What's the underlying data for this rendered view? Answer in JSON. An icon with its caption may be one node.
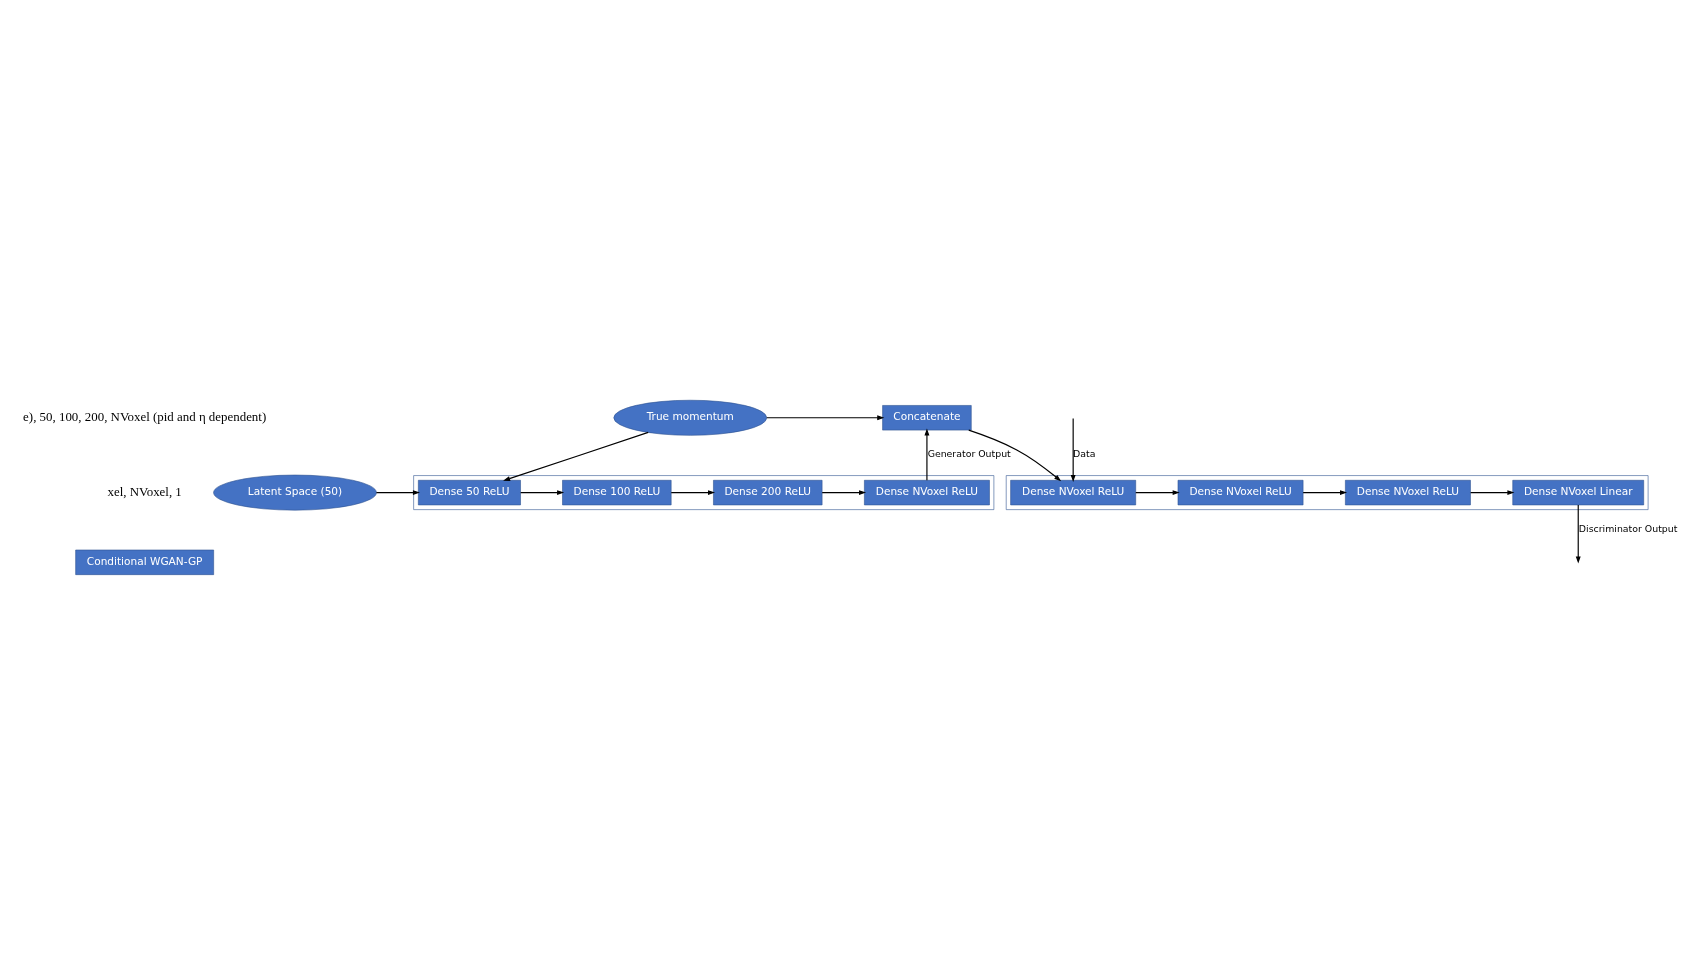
{
  "diagram": {
    "nodes": [
      {
        "text": [
          "Conditional WGAN-GP"
        ]
      },
      {
        "text": [],
        "shape": "box"
      },
      {
        "text": [
          "Latent Space (50)"
        ]
      },
      {
        "text": [
          "Dense 50 ReLU"
        ],
        "in": 1
      },
      {
        "text": [
          "Dense 100 ReLU"
        ],
        "in": 1
      },
      {
        "text": [
          "Dense 200 ReLU"
        ],
        "in": 1
      },
      {
        "text": [
          "Dense NVoxel ReLU"
        ],
        "in": 1
      },
      {
        "text": [
          "True momentum"
        ]
      },
      {
        "text": [
          "Concatenate"
        ]
      },
      {
        "text": [],
        "shape": "box"
      },
      {
        "text": [
          "Dense NVoxel ReLU"
        ],
        "in": 9
      },
      {
        "text": [
          "Dense NVoxel ReLU"
        ],
        "in": 9
      },
      {
        "text": [
          "Dense NVoxel ReLU"
        ],
        "in": 9
      },
      {
        "text": [
          "Dense NVoxel Linear"
        ],
        "in": 9
      }
    ],
    "edges": [
      {
        "from": 2,
        "to": 3,
        "arrow": "to"
      },
      {
        "from": 3,
        "to": 4,
        "arrow": "to"
      },
      {
        "from": 4,
        "to": 5,
        "arrow": "to"
      },
      {
        "from": 5,
        "to": 6,
        "arrow": "to"
      },
      {
        "from": 6,
        "to": 8,
        "arrow": "to",
        "label": "Generator Output"
      },
      {
        "from": 7,
        "to": 3,
        "arrow": "to"
      },
      {
        "from": 7,
        "to": 8,
        "arrow": "to"
      },
      {
        "from": 8,
        "to": 10,
        "arrow": "to"
      },
      {
        "from": null,
        "to": 10,
        "arrow": "to",
        "label": "Data"
      },
      {
        "from": 10,
        "to": 11,
        "arrow": "to"
      },
      {
        "from": 11,
        "to": 12,
        "arrow": "to"
      },
      {
        "from": 12,
        "to": 13,
        "arrow": "to"
      },
      {
        "from": 13,
        "to": null,
        "arrow": "to",
        "label": "Discriminator Output"
      }
    ],
    "labels": [
      "e), 50, 100, 200, NVoxel (pid and η dependent)",
      "xel, NVoxel, 1"
    ]
  }
}
